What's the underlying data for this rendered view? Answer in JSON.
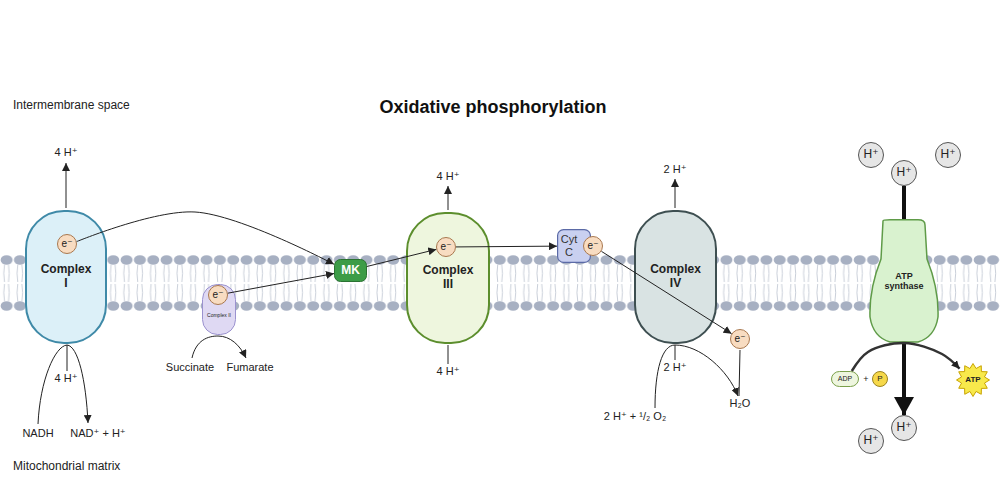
{
  "diagram": {
    "title": "Oxidative phosphorylation",
    "nodes": [
      {
        "text": [
          "Complex I"
        ]
      },
      {
        "text": [
          "e⁻"
        ],
        "in": 0
      },
      {
        "text": [
          "Complex II"
        ]
      },
      {
        "text": [
          "e⁻"
        ],
        "in": 2
      },
      {
        "text": [
          "MK"
        ]
      },
      {
        "text": [
          "Complex III"
        ]
      },
      {
        "text": [
          "e⁻"
        ],
        "in": 5
      },
      {
        "text": [
          "Cyt C"
        ]
      },
      {
        "text": [
          "e⁻"
        ],
        "in": 7
      },
      {
        "text": [
          "Complex IV"
        ]
      },
      {
        "text": [
          "e⁻"
        ]
      },
      {
        "text": [
          "H⁺"
        ]
      },
      {
        "text": [
          "H⁺"
        ]
      },
      {
        "text": [
          "H⁺"
        ]
      },
      {
        "text": [
          "ATP synthase"
        ]
      },
      {
        "text": [
          "ADP"
        ]
      },
      {
        "text": [
          "P"
        ]
      },
      {
        "text": [
          "ATP"
        ]
      },
      {
        "text": [
          "H⁺"
        ]
      },
      {
        "text": [
          "H⁺"
        ]
      }
    ],
    "edges": [
      {
        "from": 1,
        "to": 4,
        "arrow": "to"
      },
      {
        "from": 3,
        "to": 4,
        "arrow": "to"
      },
      {
        "from": 4,
        "to": 6,
        "arrow": "to"
      },
      {
        "from": 6,
        "to": 7,
        "arrow": "to"
      },
      {
        "from": 8,
        "to": 10,
        "arrow": "to"
      },
      {
        "from": 12,
        "to": 14,
        "arrow": "none"
      },
      {
        "from": 14,
        "to": 19,
        "arrow": "to"
      },
      {
        "from": 15,
        "to": 17,
        "arrow": "to"
      }
    ],
    "labels": [
      "Intermembrane space",
      "4 H⁺",
      "4 H⁺",
      "NADH",
      "NAD⁺ + H⁺",
      "Succinate",
      "Fumarate",
      "4 H⁺",
      "4 H⁺",
      "2 H⁺",
      "2 H⁺",
      "2 H⁺ + ¹/₂ O₂",
      "H₂O",
      "+",
      "Mitochondrial matrix"
    ]
  }
}
